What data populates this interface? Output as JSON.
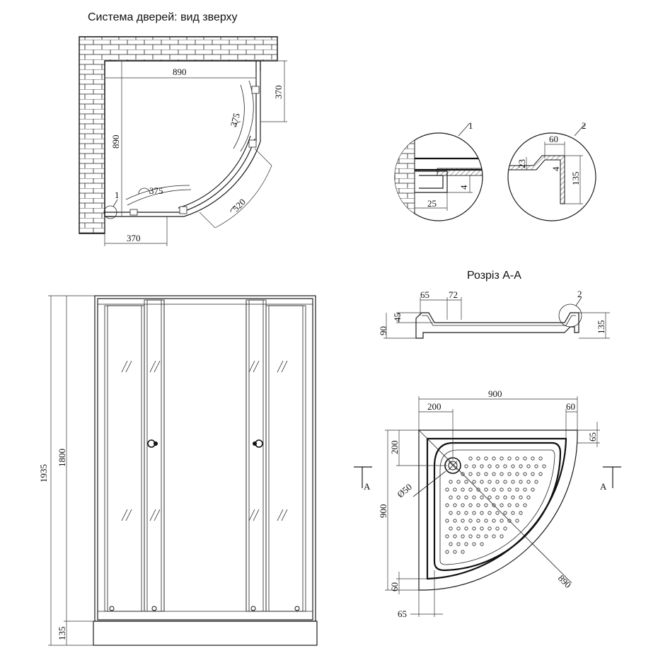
{
  "titles": {
    "top_view": "Система дверей: вид зверху",
    "section": "Розріз А-А"
  },
  "top_view_dims": {
    "width": "890",
    "depth": "890",
    "right_segment": "370",
    "bottom_segment": "370",
    "arc_top": "375",
    "arc_left": "375",
    "diagonal": "520",
    "callout": "1"
  },
  "detail_1": {
    "callout": "1",
    "dim_width": "25",
    "dim_height": "4"
  },
  "detail_2": {
    "callout": "2",
    "dim_top": "60",
    "dim_height": "135",
    "dim_step": "23",
    "dim_small": "4"
  },
  "front_view_dims": {
    "total_height": "1935",
    "door_height": "1800",
    "tray_height": "135"
  },
  "section_dims": {
    "left_offset": "65",
    "inner": "72",
    "lip": "45",
    "height_left": "90",
    "height_right": "135",
    "callout": "2"
  },
  "tray_dims": {
    "width": "900",
    "left": "200",
    "right": "60",
    "top_right": "65",
    "top_left": "200",
    "depth": "900",
    "drain": "Ø50",
    "diagonal": "890",
    "bottom": "60",
    "bottom_left": "65",
    "section_marker_left": "A",
    "section_marker_right": "A"
  }
}
